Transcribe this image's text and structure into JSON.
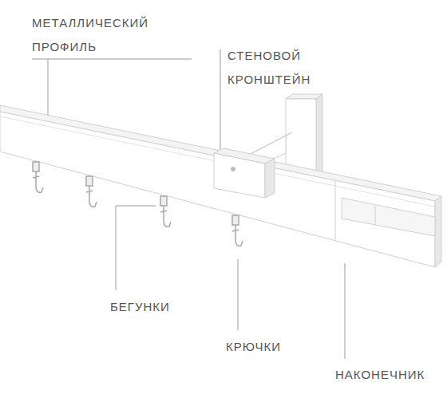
{
  "diagram": {
    "labels": [
      "МЕТАЛЛИЧЕСКИЙ ПРОФИЛЬ",
      "СТЕНОВОЙ КРОНШТЕЙН",
      "БЕГУНКИ",
      "КРЮЧКИ",
      "НАКОНЕЧНИК"
    ]
  }
}
